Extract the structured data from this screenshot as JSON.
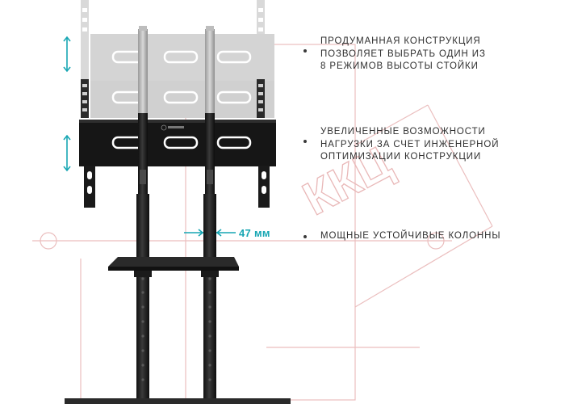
{
  "features": [
    {
      "lines": [
        "Продуманная конструкция",
        "позволяет выбрать один из",
        "8 режимов высоты стойки"
      ]
    },
    {
      "lines": [
        "Увеличенные возможности",
        "нагрузки за счет инженерной",
        "оптимизации конструкции"
      ]
    },
    {
      "lines": [
        "Мощные устойчивые колонны"
      ]
    }
  ],
  "measurement": {
    "label": "47 мм"
  },
  "watermark": {
    "text": "ККЦ"
  },
  "colors": {
    "accent": "#17a6b3",
    "steel": "#1c1c1c",
    "ghost": "#d4d4d4",
    "text": "#2f2f2f",
    "watermark": "#e9b8b8"
  },
  "icons": {
    "height_arrow_up": "double-arrow-vertical",
    "height_arrow_down": "double-arrow-vertical"
  }
}
